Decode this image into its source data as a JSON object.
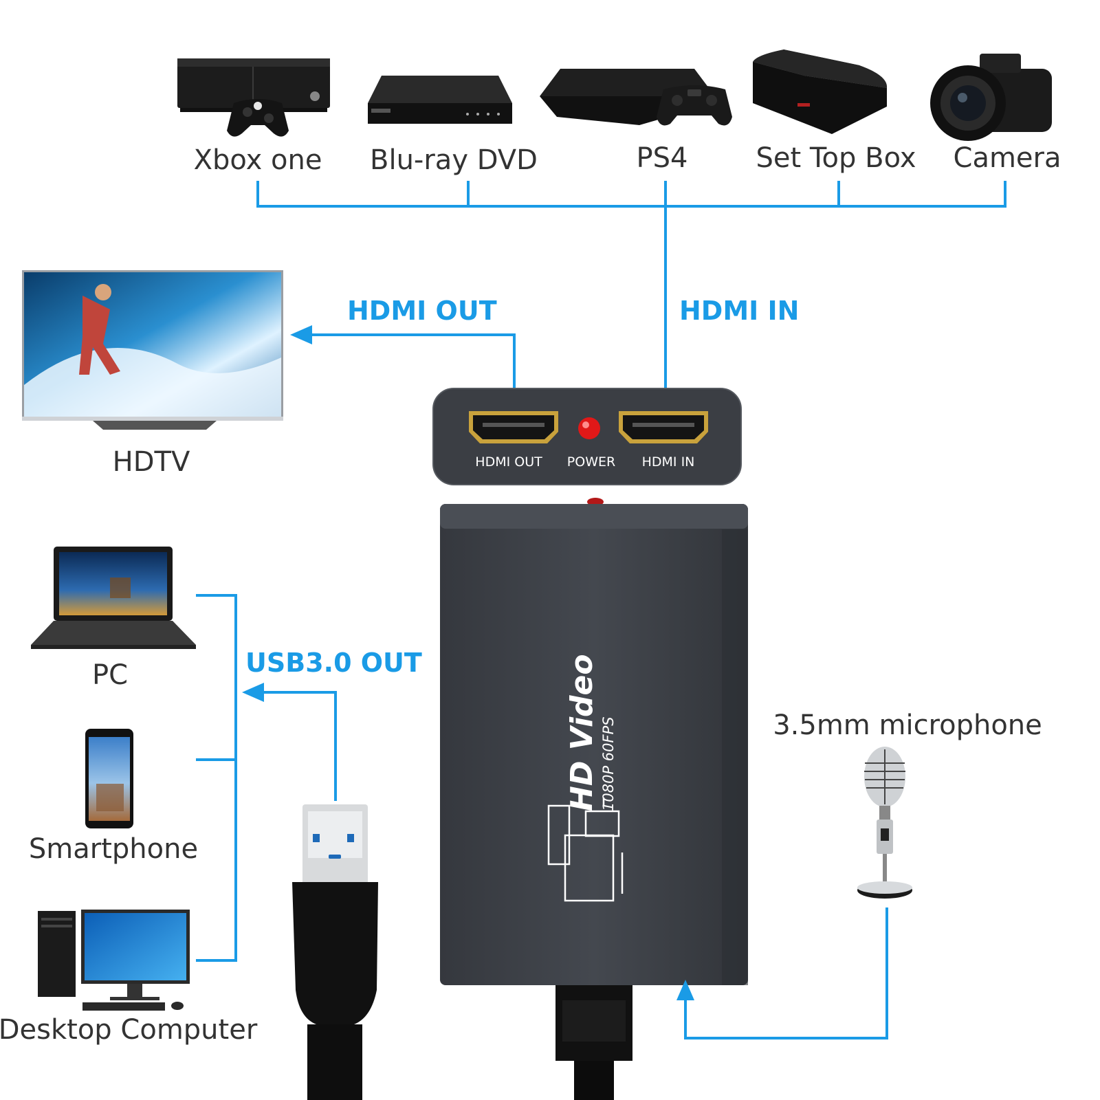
{
  "sources": [
    {
      "label": "Xbox one",
      "icon": "xbox-console-icon"
    },
    {
      "label": "Blu-ray DVD",
      "icon": "bluray-player-icon"
    },
    {
      "label": "PS4",
      "icon": "ps4-console-icon"
    },
    {
      "label": "Set Top Box",
      "icon": "set-top-box-icon"
    },
    {
      "label": "Camera",
      "icon": "dslr-camera-icon"
    }
  ],
  "connections": {
    "hdmi_out": "HDMI OUT",
    "hdmi_in": "HDMI IN",
    "usb_out": "USB3.0 OUT"
  },
  "display": {
    "label": "HDTV",
    "icon": "tv-icon"
  },
  "device_ports": {
    "hdmi_out": "HDMI OUT",
    "power": "POWER",
    "hdmi_in": "HDMI IN"
  },
  "device_logo": {
    "main": "HD Video",
    "sub": "1080P 60FPS"
  },
  "computers": [
    {
      "label": "PC",
      "icon": "laptop-icon"
    },
    {
      "label": "Smartphone",
      "icon": "smartphone-icon"
    },
    {
      "label": "Desktop Computer",
      "icon": "desktop-computer-icon"
    }
  ],
  "microphone": {
    "label": "3.5mm microphone",
    "icon": "microphone-icon"
  },
  "colors": {
    "accent": "#1a9be6",
    "device_body": "#3c3f45",
    "port_gold": "#c9a23c",
    "led": "#e01818"
  }
}
